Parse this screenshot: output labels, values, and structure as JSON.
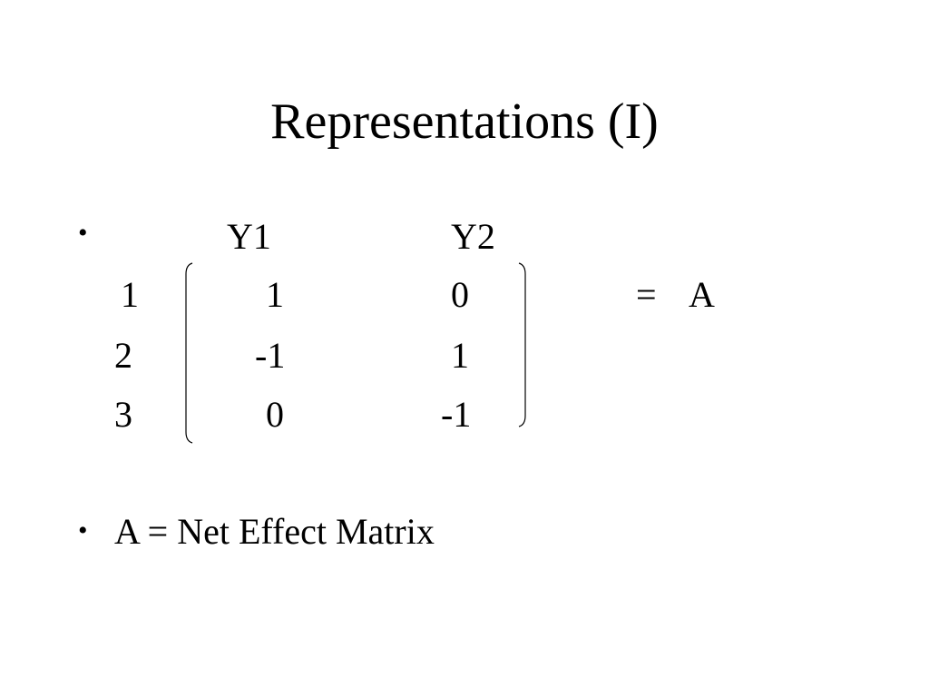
{
  "slide": {
    "title": "Representations (I)",
    "bullet_symbol": "•",
    "matrix": {
      "column_headers": [
        "Y1",
        "Y2"
      ],
      "row_labels": [
        "1",
        "2",
        "3"
      ],
      "cells": [
        [
          "1",
          "0"
        ],
        [
          "-1",
          "1"
        ],
        [
          "0",
          "-1"
        ]
      ],
      "equals_sign": "=",
      "name": "A"
    },
    "bullet_two": "A = Net Effect Matrix"
  }
}
